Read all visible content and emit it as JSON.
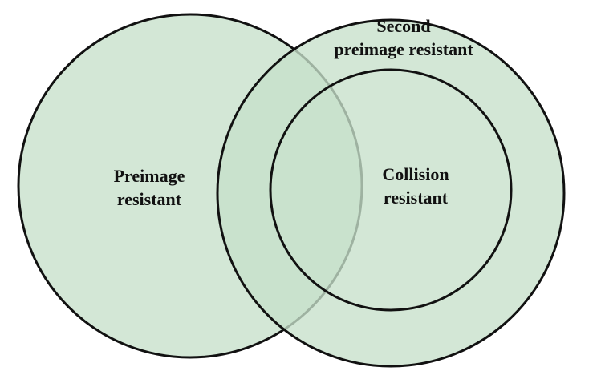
{
  "diagram": {
    "fill_color": "#c6e0ca",
    "stroke_color": "#111111",
    "sets": {
      "preimage": {
        "line1": "Preimage",
        "line2": "resistant"
      },
      "second_preimage": {
        "line1": "Second",
        "line2": "preimage resistant"
      },
      "collision": {
        "line1": "Collision",
        "line2": "resistant"
      }
    }
  }
}
